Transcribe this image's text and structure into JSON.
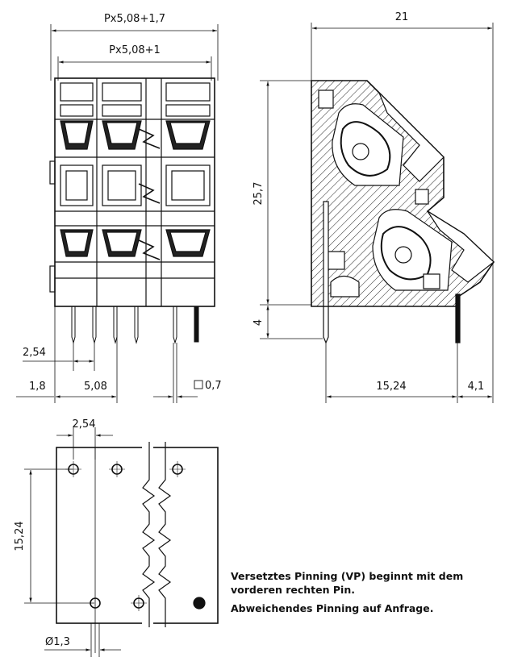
{
  "dimensions": {
    "width_total": "Px5,08+1,7",
    "width_inner": "Px5,08+1",
    "depth": "21",
    "height": "25,7",
    "pin_length": "4",
    "pitch_offset": "2,54",
    "edge": "1,8",
    "pitch": "5,08",
    "pin_square": "0,7",
    "row_distance": "15,24",
    "pin_offset": "4,1",
    "hole_pitch": "2,54",
    "hole_row": "15,24",
    "hole_diameter": "Ø1,3"
  },
  "notes": {
    "line1": "Versetztes Pinning (VP) beginnt mit dem",
    "line2": "vorderen rechten Pin.",
    "line3": "Abweichendes Pinning auf Anfrage."
  }
}
